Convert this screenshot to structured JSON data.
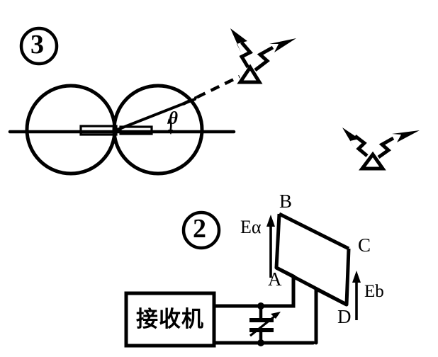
{
  "figure": {
    "title": "Hand-drawn antenna radiation pattern and loop-antenna receiver circuit",
    "background_color": "#ffffff",
    "ink_color": "#000000"
  },
  "panel_top": {
    "marker": "③",
    "marker_name": "circled-number-three",
    "pattern": {
      "description": "figure-eight (two tangent circles) dipole radiation pattern",
      "left_lobe_name": "radiation-lobe-left",
      "right_lobe_name": "radiation-lobe-right"
    },
    "angle_label": "θ",
    "dipole_name": "dipole-antenna",
    "axis_name": "horizontal-axis-line",
    "bearing_line_name": "bearing-ray",
    "dashed_path_name": "dashed-signal-path",
    "source_a": {
      "symbol": "△",
      "name": "transmitter-triangle-a",
      "bolts": 2
    },
    "source_b": {
      "symbol": "△",
      "name": "transmitter-triangle-b",
      "bolts": 2
    }
  },
  "panel_bottom": {
    "marker": "②",
    "marker_name": "circled-number-two",
    "receiver": {
      "label": "接收机",
      "meaning": "receiver"
    },
    "capacitor": {
      "name": "variable-capacitor",
      "type": "variable"
    },
    "loop": {
      "name": "loop-antenna",
      "vertices": [
        {
          "id": "A",
          "position": "bottom-left"
        },
        {
          "id": "B",
          "position": "top-left"
        },
        {
          "id": "C",
          "position": "top-right"
        },
        {
          "id": "D",
          "position": "bottom-right"
        }
      ]
    },
    "field_vectors": [
      {
        "label": "Eα",
        "name": "field-vector-ea",
        "side": "left",
        "direction": "up"
      },
      {
        "label": "Eb",
        "name": "field-vector-eb",
        "side": "right",
        "direction": "up"
      }
    ]
  },
  "labels": {
    "A": "A",
    "B": "B",
    "C": "C",
    "D": "D",
    "theta": "θ",
    "ea": "Eα",
    "eb": "Eb",
    "three": "③",
    "two": "②",
    "receiver": "接收机"
  }
}
